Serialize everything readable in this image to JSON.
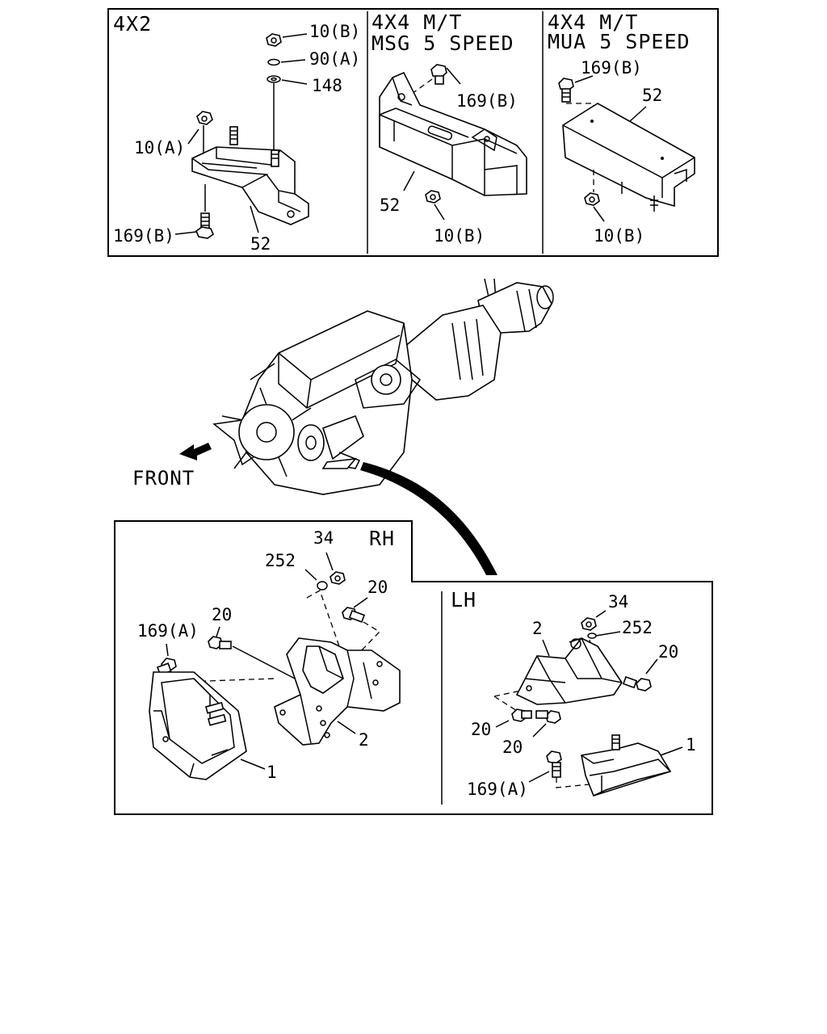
{
  "panels": {
    "p4x2": {
      "header": "4X2"
    },
    "msg": {
      "header_line1": "4X4  M/T",
      "header_line2": "MSG 5 SPEED"
    },
    "mua": {
      "header_line1": "4X4  M/T",
      "header_line2": "MUA 5 SPEED"
    },
    "rh": {
      "header": "RH"
    },
    "lh": {
      "header": "LH"
    }
  },
  "front_label": "FRONT",
  "labels": {
    "p4x2": [
      "10(B)",
      "90(A)",
      "148",
      "10(A)",
      "169(B)",
      "52"
    ],
    "msg": [
      "169(B)",
      "52",
      "10(B)"
    ],
    "mua": [
      "169(B)",
      "52",
      "10(B)"
    ],
    "rh": [
      "34",
      "252",
      "20",
      "20",
      "169(A)",
      "2",
      "1"
    ],
    "lh": [
      "34",
      "252",
      "2",
      "20",
      "20",
      "20",
      "169(A)",
      "1"
    ]
  }
}
